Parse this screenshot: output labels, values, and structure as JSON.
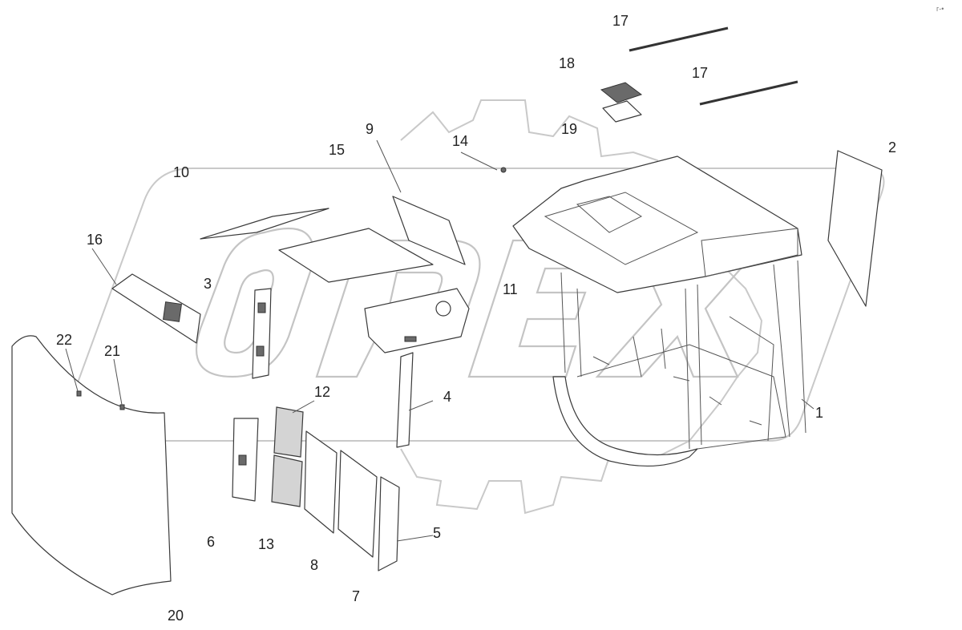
{
  "watermark": {
    "text": "OPEX"
  },
  "corner_note": "г-•",
  "callouts": [
    {
      "id": "1",
      "label": "1"
    },
    {
      "id": "2",
      "label": "2"
    },
    {
      "id": "3",
      "label": "3"
    },
    {
      "id": "4",
      "label": "4"
    },
    {
      "id": "5",
      "label": "5"
    },
    {
      "id": "6",
      "label": "6"
    },
    {
      "id": "7",
      "label": "7"
    },
    {
      "id": "8",
      "label": "8"
    },
    {
      "id": "9",
      "label": "9"
    },
    {
      "id": "10",
      "label": "10"
    },
    {
      "id": "11",
      "label": "11"
    },
    {
      "id": "12",
      "label": "12"
    },
    {
      "id": "13",
      "label": "13"
    },
    {
      "id": "14",
      "label": "14"
    },
    {
      "id": "15",
      "label": "15"
    },
    {
      "id": "16",
      "label": "16"
    },
    {
      "id": "17a",
      "label": "17"
    },
    {
      "id": "17b",
      "label": "17"
    },
    {
      "id": "18",
      "label": "18"
    },
    {
      "id": "19",
      "label": "19"
    },
    {
      "id": "20",
      "label": "20"
    },
    {
      "id": "21",
      "label": "21"
    },
    {
      "id": "22",
      "label": "22"
    }
  ]
}
